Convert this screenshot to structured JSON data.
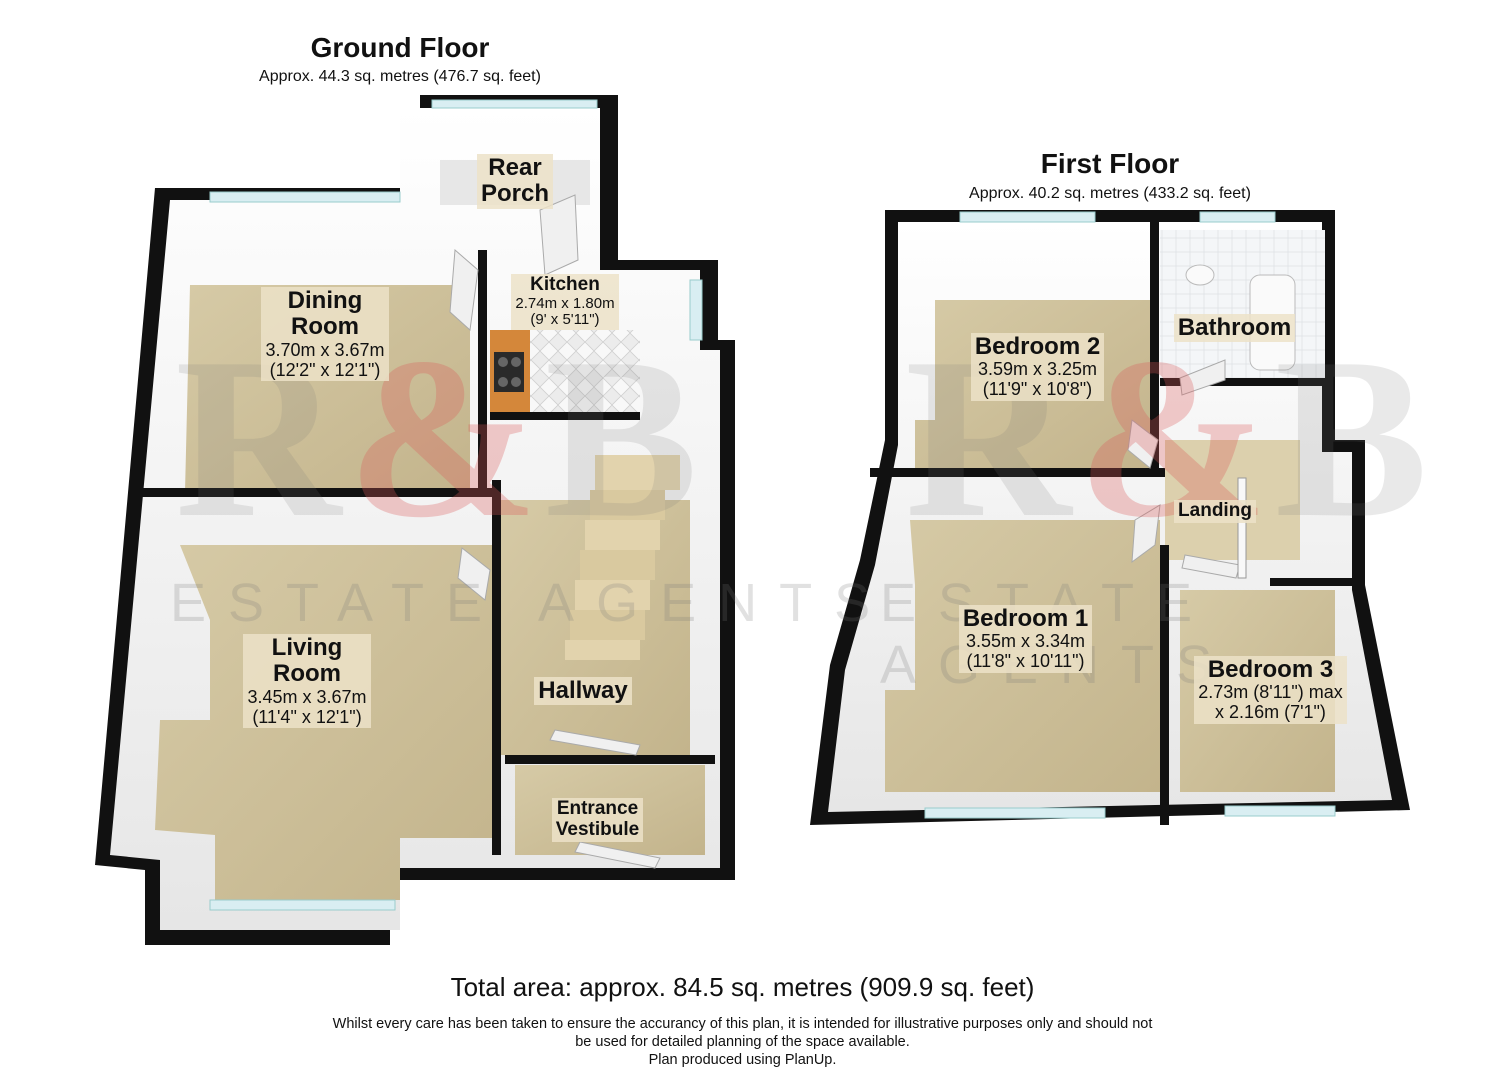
{
  "ground_floor": {
    "title": "Ground Floor",
    "area": "Approx. 44.3 sq. metres (476.7 sq. feet)",
    "rooms": {
      "rear_porch": {
        "name_line1": "Rear",
        "name_line2": "Porch"
      },
      "kitchen": {
        "name": "Kitchen",
        "dim_metric": "2.74m x 1.80m",
        "dim_imperial": "(9' x 5'11\")"
      },
      "dining_room": {
        "name_line1": "Dining",
        "name_line2": "Room",
        "dim_metric": "3.70m x 3.67m",
        "dim_imperial": "(12'2\" x 12'1\")"
      },
      "living_room": {
        "name_line1": "Living",
        "name_line2": "Room",
        "dim_metric": "3.45m x 3.67m",
        "dim_imperial": "(11'4\" x 12'1\")"
      },
      "hallway": {
        "name": "Hallway"
      },
      "entrance_vestibule": {
        "name_line1": "Entrance",
        "name_line2": "Vestibule"
      }
    }
  },
  "first_floor": {
    "title": "First Floor",
    "area": "Approx. 40.2 sq. metres (433.2 sq. feet)",
    "rooms": {
      "bedroom2": {
        "name": "Bedroom 2",
        "dim_metric": "3.59m x 3.25m",
        "dim_imperial": "(11'9\" x 10'8\")"
      },
      "bathroom": {
        "name": "Bathroom"
      },
      "landing": {
        "name": "Landing"
      },
      "bedroom1": {
        "name": "Bedroom 1",
        "dim_metric": "3.55m x 3.34m",
        "dim_imperial": "(11'8\" x 10'11\")"
      },
      "bedroom3": {
        "name": "Bedroom 3",
        "dim_line1": "2.73m (8'11\") max",
        "dim_line2": "x 2.16m (7'1\")"
      }
    }
  },
  "watermark": {
    "logo": "R&B",
    "text": "ESTATE AGENTS"
  },
  "footer": {
    "total": "Total area: approx. 84.5 sq. metres (909.9 sq. feet)",
    "disclaimer_line1": "Whilst every care has been taken to ensure the accurancy of this plan, it is intended for illustrative purposes only and should not",
    "disclaimer_line2": "be used for detailed planning of the space available.",
    "disclaimer_line3": "Plan produced using PlanUp."
  },
  "colors": {
    "floor": "#cdbf99",
    "wall_top": "#111111",
    "wall_face": "#f3f3f3",
    "window": "#d9eef2"
  }
}
